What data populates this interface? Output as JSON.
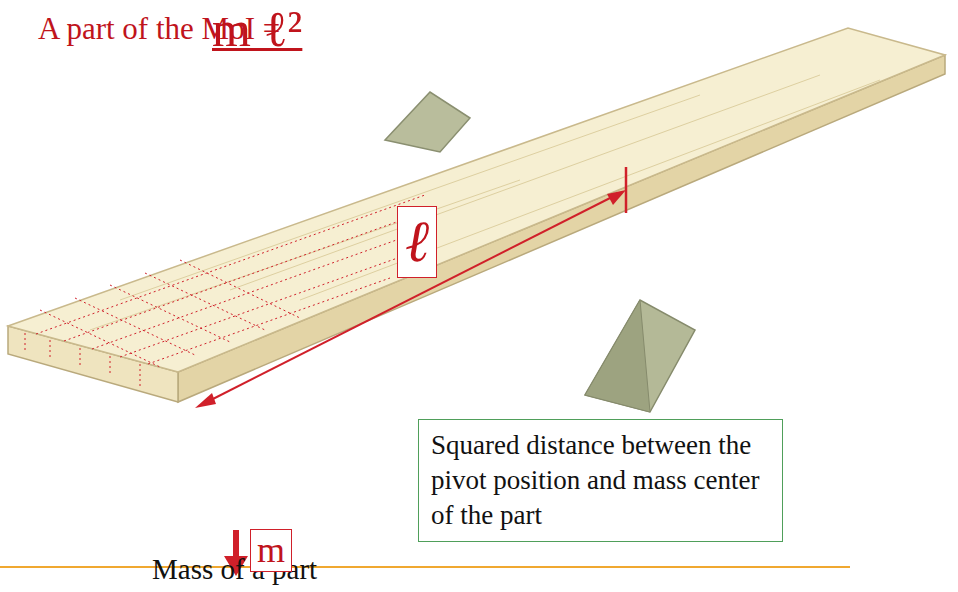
{
  "diagram": {
    "nodes": [
      {
        "text": [
          "ℓ"
        ]
      },
      {
        "text": [
          "Squared distance between the pivot position and mass center of the part"
        ]
      },
      {
        "text": [
          "m"
        ]
      }
    ],
    "labels": [
      "A part of the MoI =",
      "m ℓ²",
      "Mass of a part"
    ]
  }
}
